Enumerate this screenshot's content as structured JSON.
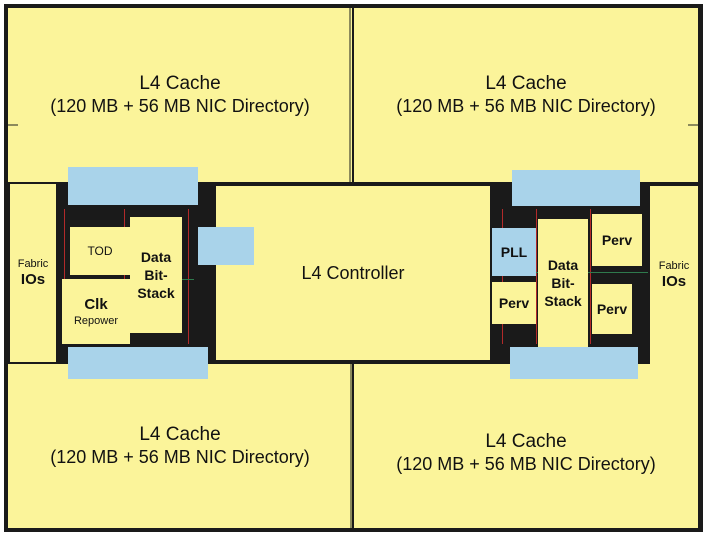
{
  "cache_blocks": [
    {
      "title": "L4 Cache",
      "detail": "(120 MB + 56 MB NIC Directory)"
    },
    {
      "title": "L4 Cache",
      "detail": "(120 MB + 56 MB NIC Directory)"
    },
    {
      "title": "L4 Cache",
      "detail": "(120 MB + 56 MB NIC Directory)"
    },
    {
      "title": "L4 Cache",
      "detail": "(120 MB + 56 MB NIC Directory)"
    }
  ],
  "controller": {
    "label": "L4 Controller"
  },
  "left_cluster": {
    "fabric_small": "Fabric",
    "fabric_big": "IOs",
    "tod": "TOD",
    "clk": "Clk",
    "clk_sub": "Repower",
    "data_bit_stack": [
      "Data",
      "Bit-",
      "Stack"
    ]
  },
  "right_cluster": {
    "pll": "PLL",
    "perv_top": "Perv",
    "perv_left": "Perv",
    "perv_right": "Perv",
    "data_bit_stack": [
      "Data",
      "Bit-",
      "Stack"
    ],
    "fabric_small": "Fabric",
    "fabric_big": "IOs"
  },
  "colors": {
    "die": "#1a1a1a",
    "block": "#fbf49a",
    "accent": "#a9d3ea"
  }
}
